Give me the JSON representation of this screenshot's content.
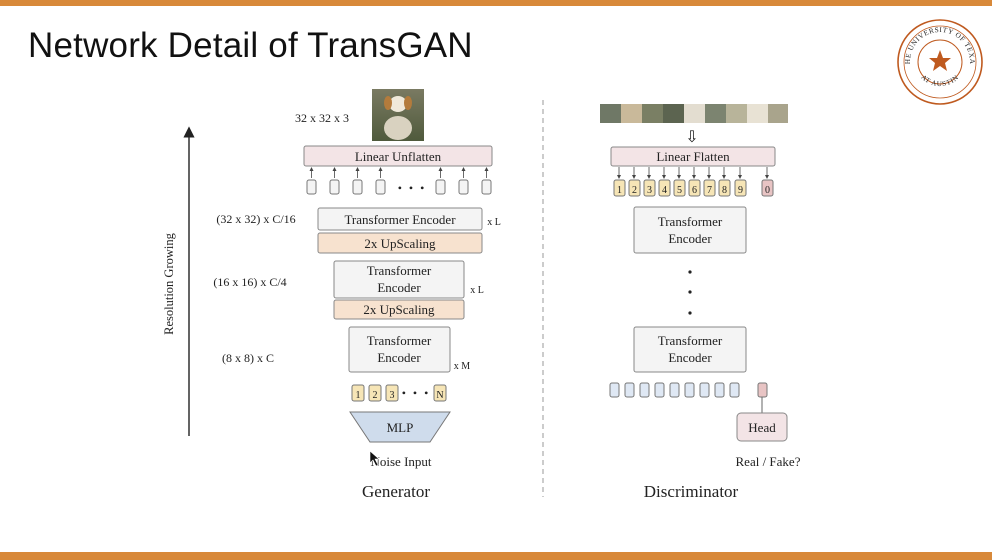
{
  "slide": {
    "title": "Network Detail of TransGAN",
    "accent_color": "#d8893a",
    "seal_color": "#bf5a1f",
    "seal_text_top": "THE UNIVERSITY OF TEXAS",
    "seal_text_bottom": "AT AUSTIN"
  },
  "generator": {
    "label": "Generator",
    "image_label": "32 x 32 x 3",
    "linear_unflatten": "Linear Unflatten",
    "axis_label": "Resolution Growing",
    "stage1_res": "(32 x 32) x C/16",
    "stage1_encoder": "Transformer Encoder",
    "stage1_repeat": "x L",
    "upscale_1": "2x UpScaling",
    "stage2_res": "(16 x 16) x C/4",
    "stage2_encoder_line1": "Transformer",
    "stage2_encoder_line2": "Encoder",
    "stage2_repeat": "x L",
    "upscale_2": "2x UpScaling",
    "stage3_res": "(8 x 8) x C",
    "stage3_encoder_line1": "Transformer",
    "stage3_encoder_line2": "Encoder",
    "stage3_repeat": "x M",
    "tokens": [
      "1",
      "2",
      "3",
      "N"
    ],
    "dots": "• • •",
    "mlp": "MLP",
    "noise_input": "Noise Input"
  },
  "discriminator": {
    "label": "Discriminator",
    "linear_flatten": "Linear Flatten",
    "arrow_down": "⇩",
    "tokens": [
      "1",
      "2",
      "3",
      "4",
      "5",
      "6",
      "7",
      "8",
      "9",
      "0"
    ],
    "encoder_top_line1": "Transformer",
    "encoder_top_line2": "Encoder",
    "encoder_bottom_line1": "Transformer",
    "encoder_bottom_line2": "Encoder",
    "head": "Head",
    "output": "Real / Fake?"
  },
  "colors": {
    "pink_box": "#f3e4e6",
    "orange_box": "#f7e2cf",
    "grey_box": "#f4f4f4",
    "blue_token": "#dfe8f4",
    "yellow_token": "#f6e5b6",
    "mlp_fill": "#cfdcec",
    "head_token": "#e8c4c4"
  }
}
